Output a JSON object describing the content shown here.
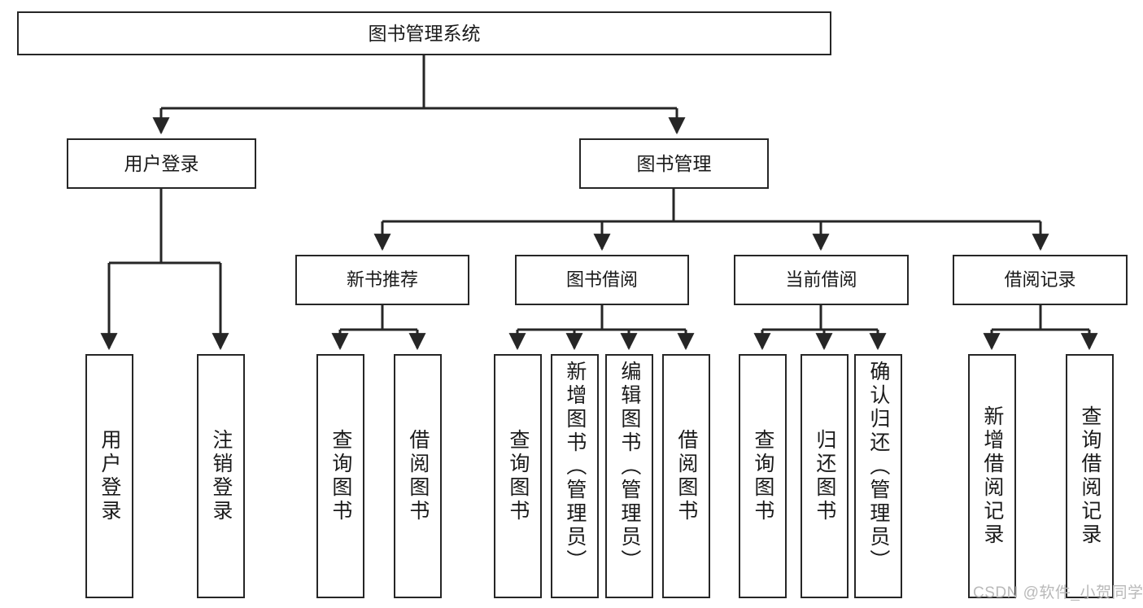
{
  "diagram": {
    "title_text": "图书管理系统",
    "type": "hierarchical-tree",
    "root": {
      "id": "root",
      "label": "图书管理系统"
    },
    "level2": [
      {
        "id": "user-login",
        "label": "用户登录"
      },
      {
        "id": "book-management",
        "label": "图书管理"
      }
    ],
    "level3": [
      {
        "id": "new-book-recommend",
        "label": "新书推荐",
        "parent": "book-management"
      },
      {
        "id": "book-borrow",
        "label": "图书借阅",
        "parent": "book-management"
      },
      {
        "id": "current-borrow",
        "label": "当前借阅",
        "parent": "book-management"
      },
      {
        "id": "borrow-record",
        "label": "借阅记录",
        "parent": "book-management"
      }
    ],
    "leaves": [
      {
        "id": "leaf-user-login",
        "label": "用户登录",
        "parent": "user-login",
        "align": "middle"
      },
      {
        "id": "leaf-logout",
        "label": "注销登录",
        "parent": "user-login",
        "align": "middle"
      },
      {
        "id": "leaf-query-book-1",
        "label": "查询图书",
        "parent": "new-book-recommend",
        "align": "middle"
      },
      {
        "id": "leaf-borrow-book-1",
        "label": "借阅图书",
        "parent": "new-book-recommend",
        "align": "middle"
      },
      {
        "id": "leaf-query-book-2",
        "label": "查询图书",
        "parent": "book-borrow",
        "align": "middle"
      },
      {
        "id": "leaf-add-book",
        "label": "新增图书（管理员）",
        "parent": "book-borrow",
        "align": "top"
      },
      {
        "id": "leaf-edit-book",
        "label": "编辑图书（管理员）",
        "parent": "book-borrow",
        "align": "top"
      },
      {
        "id": "leaf-borrow-book-2",
        "label": "借阅图书",
        "parent": "book-borrow",
        "align": "middle"
      },
      {
        "id": "leaf-query-book-3",
        "label": "查询图书",
        "parent": "current-borrow",
        "align": "middle"
      },
      {
        "id": "leaf-return-book",
        "label": "归还图书",
        "parent": "current-borrow",
        "align": "middle"
      },
      {
        "id": "leaf-confirm-return",
        "label": "确认归还（管理员）",
        "parent": "current-borrow",
        "align": "top"
      },
      {
        "id": "leaf-add-record",
        "label": "新增借阅记录",
        "parent": "borrow-record",
        "align": "middle"
      },
      {
        "id": "leaf-query-record",
        "label": "查询借阅记录",
        "parent": "borrow-record",
        "align": "middle"
      }
    ],
    "colors": {
      "border": "#262626",
      "text": "#1a1a1a",
      "background": "#ffffff",
      "connector": "#262626",
      "watermark": "#b9b9b9"
    }
  },
  "watermark": {
    "text": "CSDN @软件_小贺同学"
  }
}
